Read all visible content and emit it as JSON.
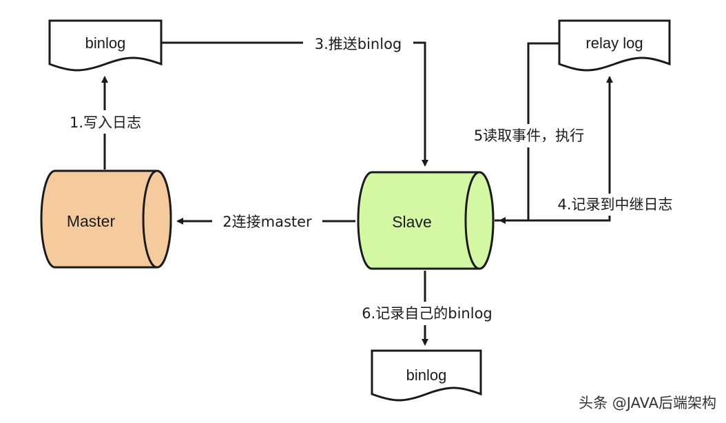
{
  "nodes": {
    "master_binlog": "binlog",
    "relay_log": "relay log",
    "master": "Master",
    "slave": "Slave",
    "slave_binlog": "binlog"
  },
  "edges": {
    "write_log": "1.写入日志",
    "connect_master": "2连接master",
    "push_binlog": "3.推送binlog",
    "record_relay": "4.记录到中继日志",
    "read_execute": "5读取事件，执行",
    "record_own_binlog": "6.记录自己的binlog"
  },
  "watermark": "头条 @JAVA后端架构",
  "colors": {
    "master_fill": "#F5CB9D",
    "slave_fill": "#D4F7A3",
    "stroke": "#1A1A1A"
  }
}
